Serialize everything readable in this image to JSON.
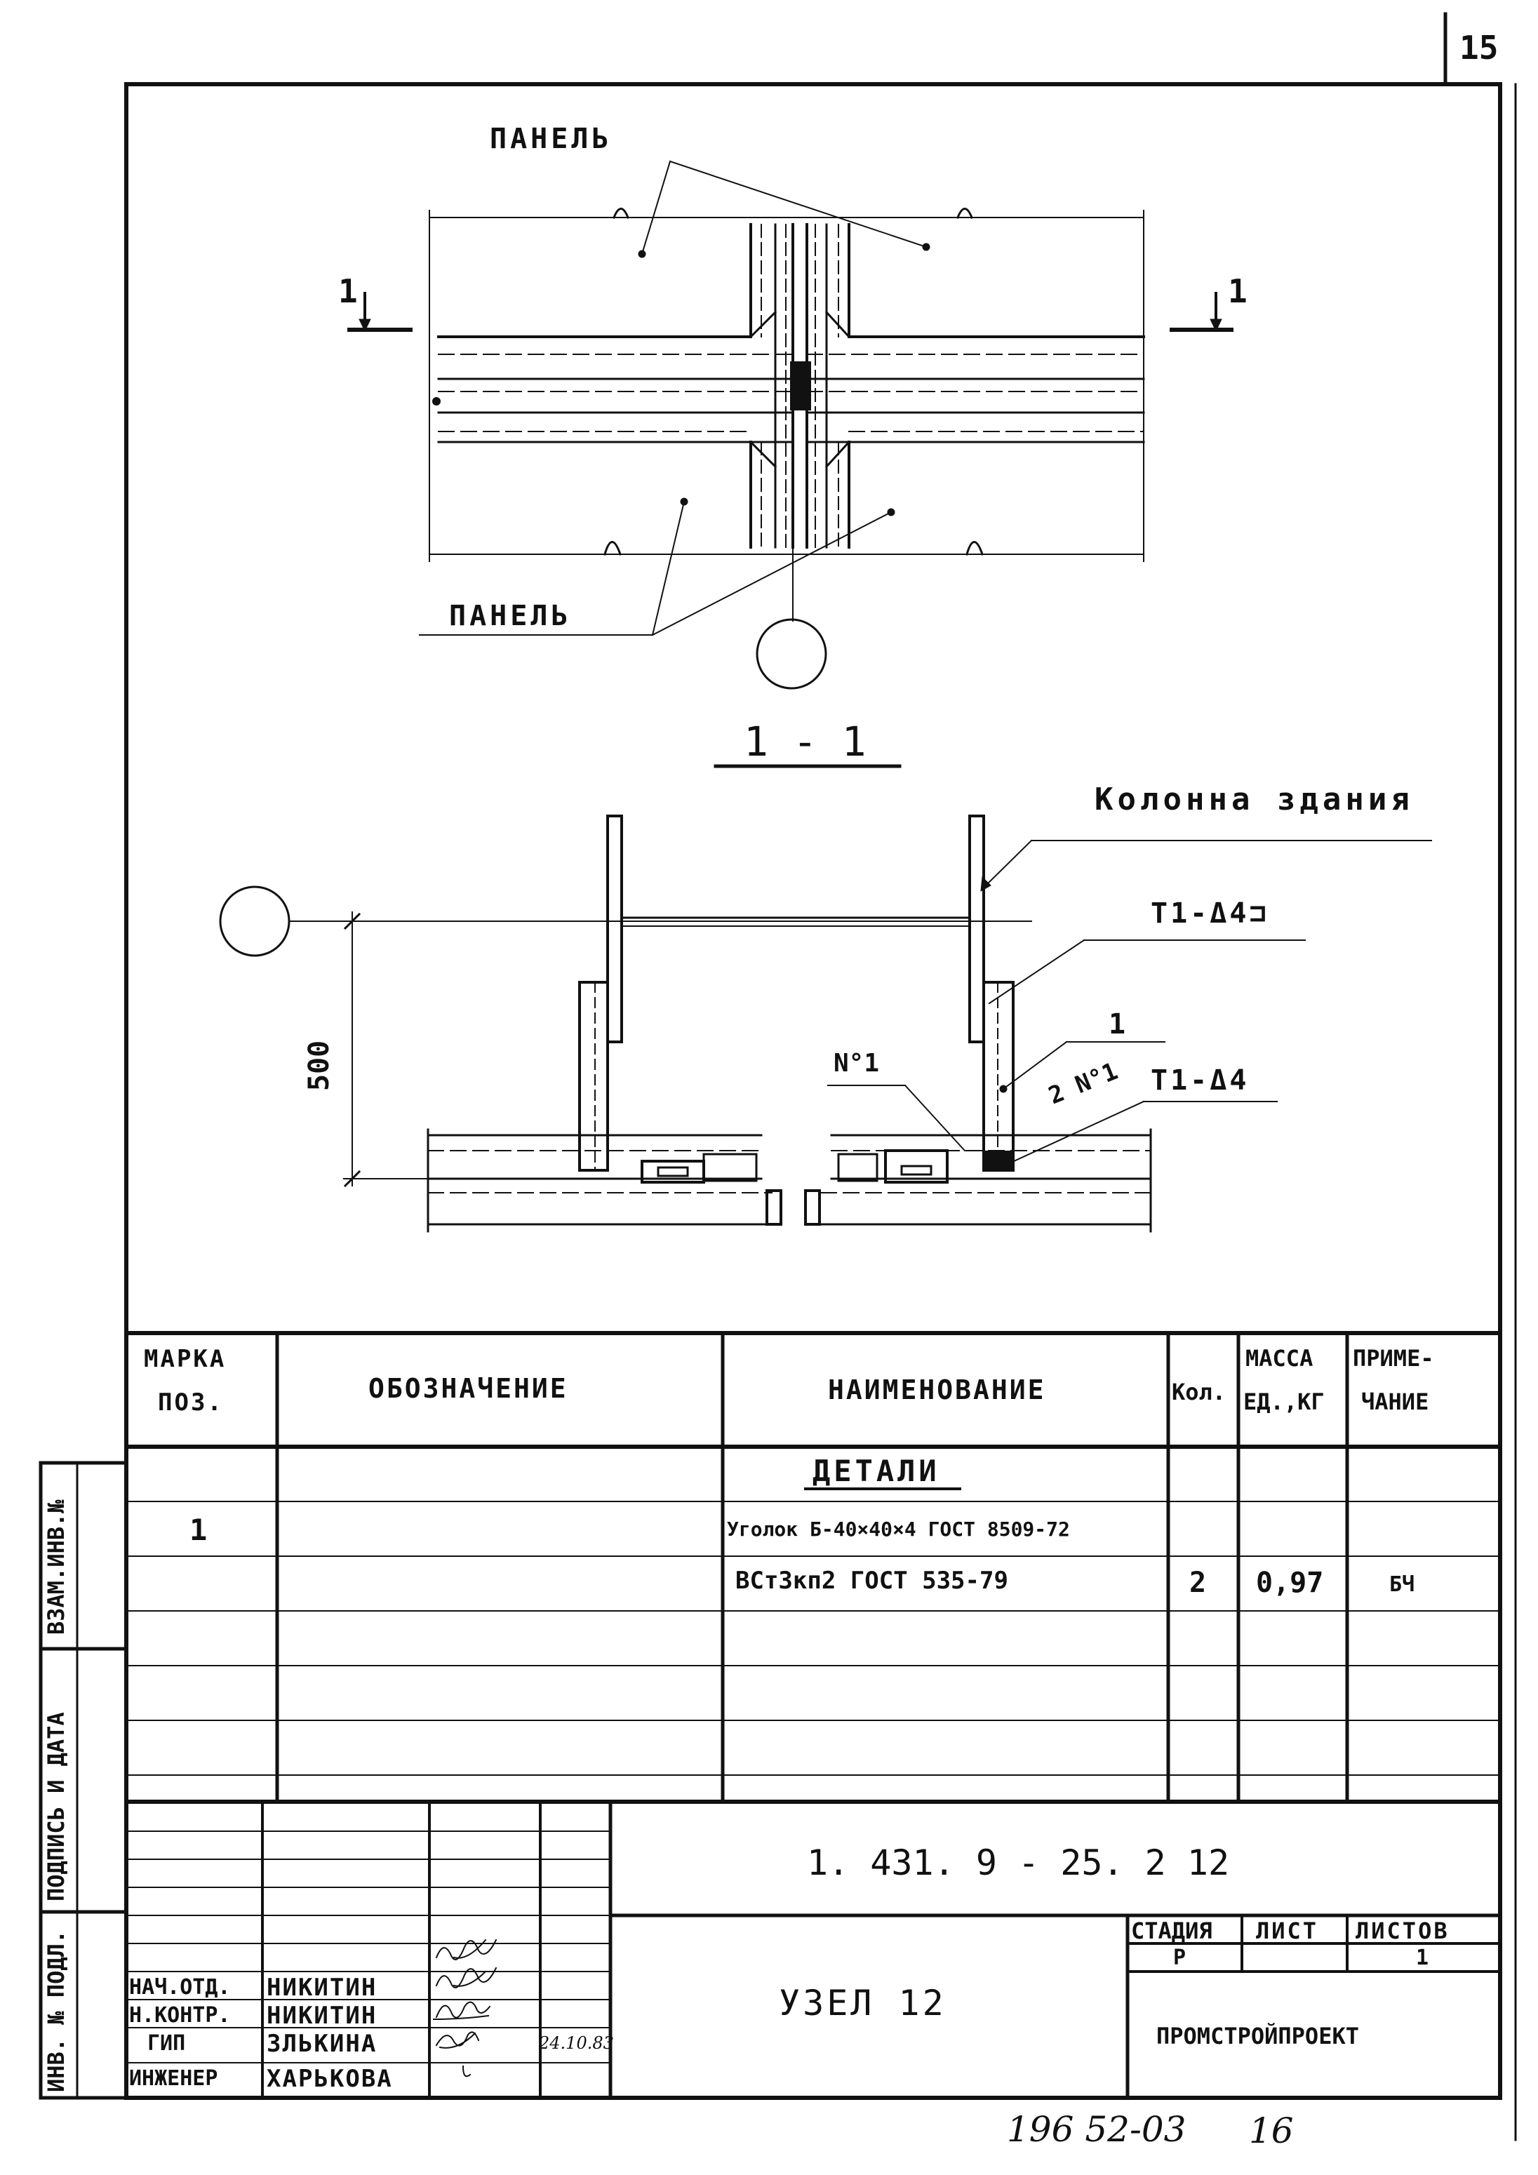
{
  "sheet": {
    "page_number": "15",
    "footer_code": "196 52-03",
    "footer_page": "16"
  },
  "plan": {
    "top_label": "ПАНЕЛЬ",
    "bottom_label": "ПАНЕЛЬ",
    "cut_left": "1",
    "cut_right": "1"
  },
  "section": {
    "title": "1 - 1",
    "column_label": "Колонна здания",
    "weld_top": "T1-Δ4⊐",
    "weld_bottom": "T1-Δ4",
    "pos_label": "1",
    "n1_label": "N°1",
    "n1_double": "2 N°1",
    "dimension": "500"
  },
  "spec_table": {
    "headers": {
      "mark": [
        "МАРКА",
        "ПОЗ."
      ],
      "designation": "ОБОЗНАЧЕНИЕ",
      "name": "НАИМЕНОВАНИЕ",
      "qty": "Кол.",
      "mass": [
        "МАССА",
        "ЕД.,КГ"
      ],
      "note": [
        "ПРИМЕ-",
        "ЧАНИЕ"
      ]
    },
    "section_title": "ДЕТАЛИ",
    "rows": [
      {
        "mark": "1",
        "name": "Уголок Б-40×40×4 ГОСТ 8509-72"
      },
      {
        "name": "ВСт3кп2 ГОСТ 535-79",
        "qty": "2",
        "mass": "0,97",
        "note": "БЧ"
      }
    ]
  },
  "left_strip": {
    "swap": "ВЗАМ.ИНВ.№",
    "sign": "ПОДПИСЬ И ДАТА",
    "inv": "ИНВ. № ПОДЛ."
  },
  "title_block": {
    "doc_code": "1. 431. 9 - 25. 2 12",
    "title": "УЗЕЛ 12",
    "stage_header": "СТАДИЯ",
    "sheet_header": "ЛИСТ",
    "sheets_header": "ЛИСТОВ",
    "stage": "Р",
    "sheet": "",
    "sheets": "1",
    "org": "ПРОМСТРОЙПРОЕКТ",
    "date": "24.10.83",
    "staff": [
      {
        "role": "НАЧ.ОТД.",
        "name": "НИКИТИН"
      },
      {
        "role": "Н.КОНТР.",
        "name": "НИКИТИН"
      },
      {
        "role": "ГИП",
        "name": "ЗЛЬКИНА"
      },
      {
        "role": "ИНЖЕНЕР",
        "name": "ХАРЬКОВА"
      }
    ]
  }
}
